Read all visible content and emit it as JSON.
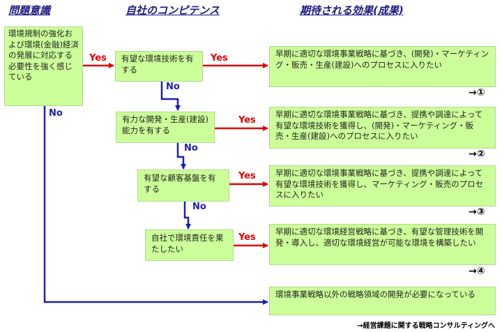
{
  "headers": {
    "problem": "問題意識",
    "competence": "自社のコンピテンス",
    "effect": "期待される効果(成果)"
  },
  "problem_box": "環境規制の強化および環境(金融)経済の発展に対応する必要性を強く感じている",
  "questions": [
    "有望な環境技術を有する",
    "有力な開発・生産(建設)能力を有する",
    "有望な顧客基盤を有する",
    "自社で環境責任を果たしたい"
  ],
  "results": [
    "早期に適切な環境事業戦略に基づき、(開発)・マーケティング・販売・生産(建設)へのプロセスに入りたい",
    "早期に適切な環境事業戦略に基づき、提携や調達によって有望な環境技術を獲得し、(開発)・マーケティング・販売・生産(建設)へのプロセスに入りたい",
    "早期に適切な環境事業戦略に基づき、提携や調達によって有望な環境技術を獲得し、マーケティング・販売のプロセスに入りたい",
    "早期に適切な環境経営戦略に基づき、有望な管理技術を開発・導入し、適切な環境経営が可能な環境を構築したい",
    "環境事業戦略以外の戦略領域の開発が必要になっている"
  ],
  "marks": [
    "→①",
    "→②",
    "→③",
    "→④"
  ],
  "labels": {
    "yes": "Yes",
    "no": "No"
  },
  "footer": "→経営課題に関する戦略コンサルティングへ",
  "colors": {
    "box": "#ccff99",
    "yes_arrow": "#e00000",
    "no_arrow": "#1e1eb4",
    "header": "#1a1a80"
  }
}
